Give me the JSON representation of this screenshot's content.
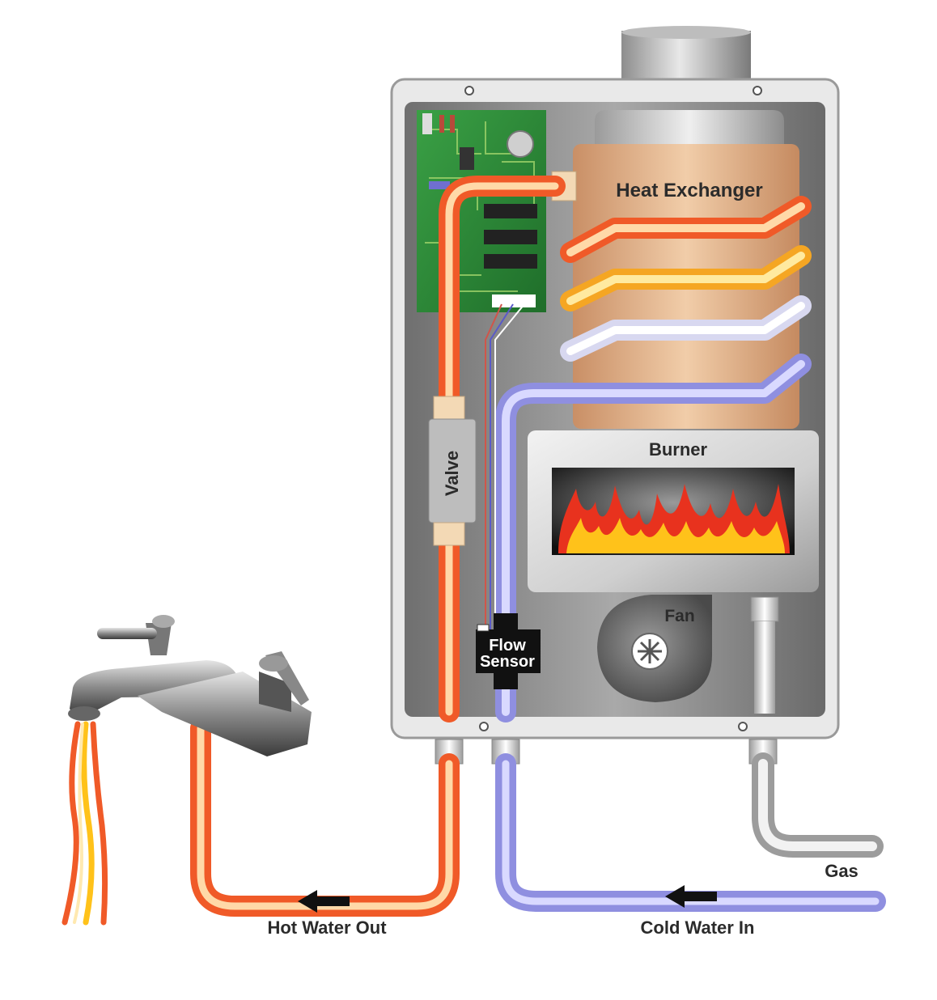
{
  "labels": {
    "heat_exchanger": "Heat Exchanger",
    "burner": "Burner",
    "valve": "Valve",
    "fan": "Fan",
    "flow_sensor_line1": "Flow",
    "flow_sensor_line2": "Sensor",
    "gas": "Gas",
    "hot_water_out": "Hot Water Out",
    "cold_water_in": "Cold Water In"
  },
  "colors": {
    "hot_pipe": "#f05a28",
    "hot_pipe_core": "#ffd9a8",
    "cold_pipe": "#8f8fe0",
    "cold_pipe_core": "#d9d9ff",
    "gas_pipe": "#c8c8c8",
    "cabinet": "#8a8a8a",
    "heat_exchanger": "#d9a27a",
    "flame_red": "#e8321e",
    "flame_yellow": "#ffc21a",
    "circuit_board": "#2f8f3a"
  }
}
